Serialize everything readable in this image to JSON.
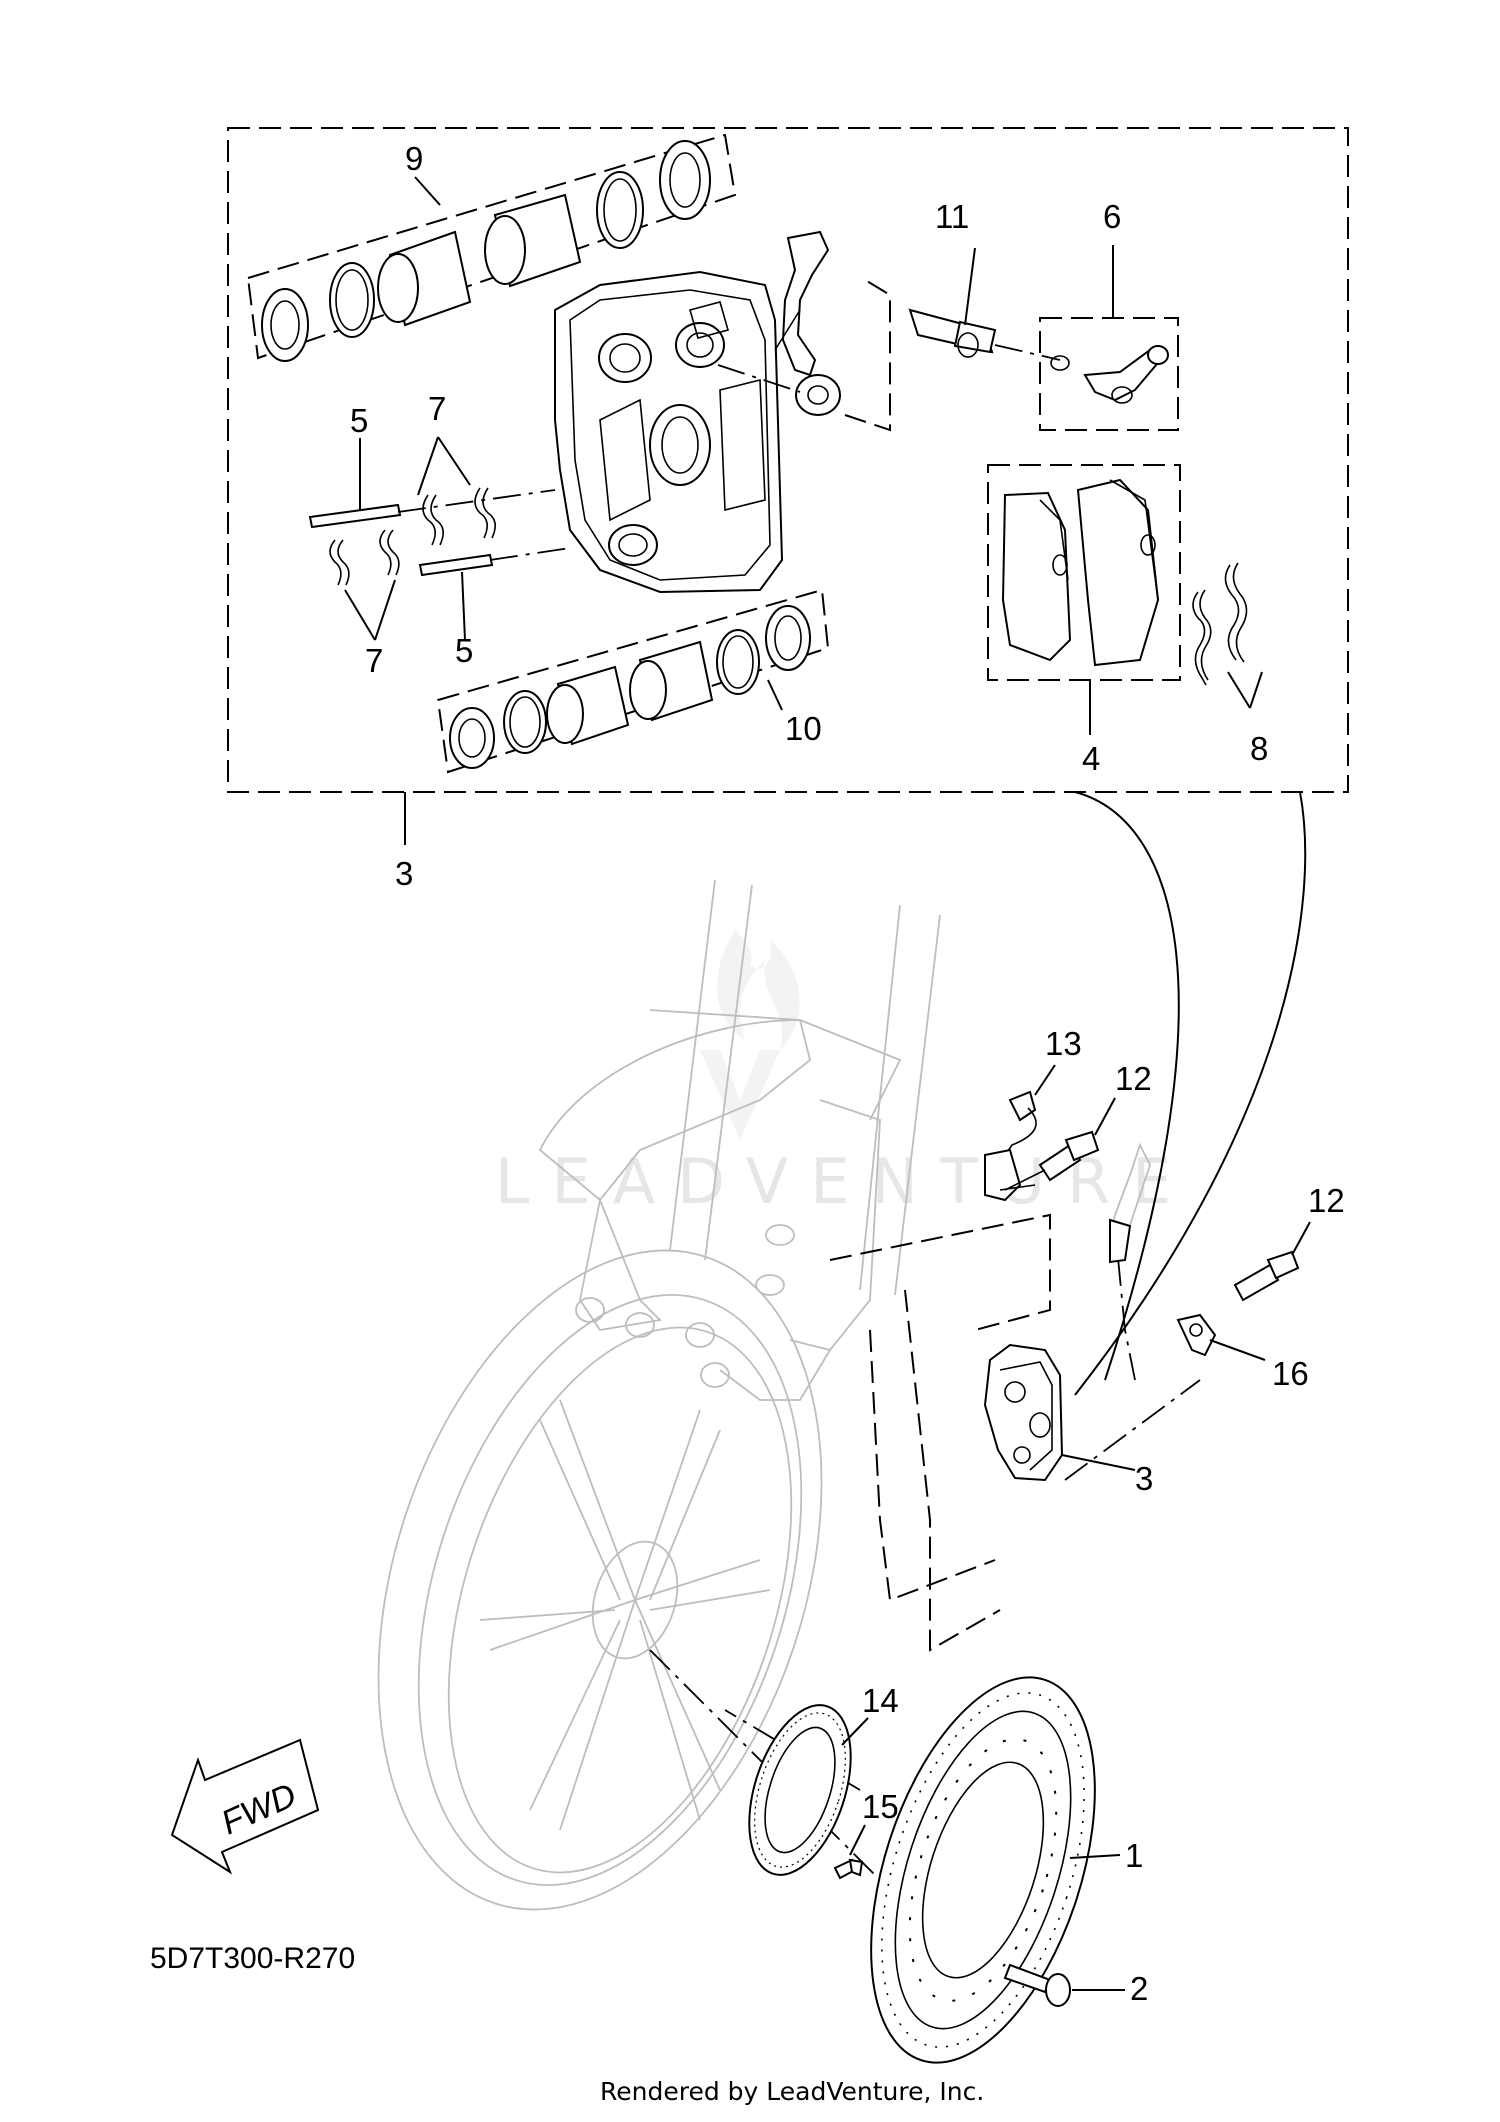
{
  "diagram": {
    "code": "5D7T300-R270",
    "credit": "Rendered by LeadVenture, Inc.",
    "watermark": "LEADVENTURE",
    "fwd_label": "FWD",
    "callouts": {
      "c1": "1",
      "c2": "2",
      "c3_assembly": "3",
      "c3_caliper": "3",
      "c4": "4",
      "c5_top": "5",
      "c5_bottom": "5",
      "c6": "6",
      "c7_top": "7",
      "c7_bottom": "7",
      "c8": "8",
      "c9": "9",
      "c10": "10",
      "c11": "11",
      "c12_a": "12",
      "c12_b": "12",
      "c13": "13",
      "c14": "14",
      "c15": "15",
      "c16": "16"
    }
  }
}
